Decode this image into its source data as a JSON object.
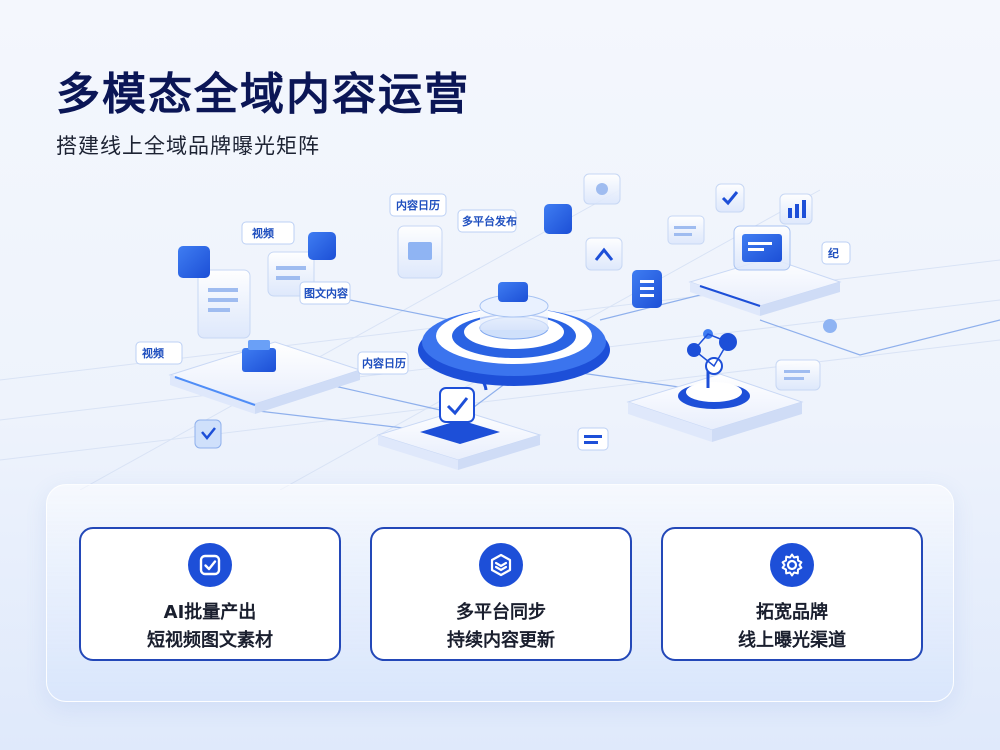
{
  "header": {
    "title": "多模态全域内容运营",
    "subtitle": "搭建线上全域品牌曝光矩阵"
  },
  "illustration": {
    "tags": [
      "视频",
      "内容日历",
      "多平台发布",
      "图文内容",
      "视频",
      "内容日历",
      "纪"
    ]
  },
  "features": [
    {
      "line1": "AI批量产出",
      "line2": "短视频图文素材",
      "icon": "check-square-icon"
    },
    {
      "line1": "多平台同步",
      "line2": "持续内容更新",
      "icon": "layers-icon"
    },
    {
      "line1": "拓宽品牌",
      "line2": "线上曝光渠道",
      "icon": "gear-icon"
    }
  ],
  "colors": {
    "title": "#0b1656",
    "accent": "#1d4fd8",
    "card_border": "#2348b8"
  }
}
